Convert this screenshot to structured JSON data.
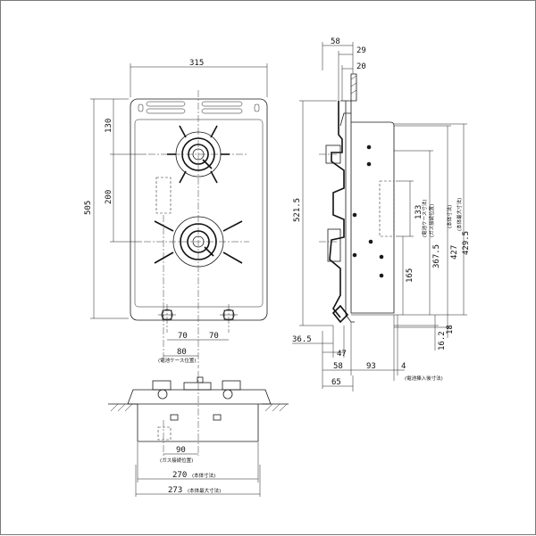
{
  "top_view": {
    "width": "315",
    "height": "505",
    "burner_top_offset": "130",
    "burner_pitch": "200",
    "knob_left": "70",
    "knob_right": "70",
    "battery_case_offset": "80",
    "battery_case_label": "(電池ケース位置)"
  },
  "front_view": {
    "gas_offset": "90",
    "gas_label": "(ガス接続位置)",
    "body_width": "270",
    "body_width_label": "(本体寸法)",
    "max_width": "273",
    "max_width_label": "(本体最大寸法)"
  },
  "side_view": {
    "top_58": "58",
    "top_29": "29",
    "top_20": "20",
    "total_height": "521.5",
    "battery_133": "133",
    "battery_133_label": "(電池ケース寸法)",
    "gas_367_5": "367.5",
    "gas_367_5_label": "(ガス接続位置)",
    "body_427": "427",
    "body_427_label": "(本体寸法)",
    "max_429_5": "429.5",
    "max_429_5_label": "(本体最大寸法)",
    "mid_165": "165",
    "bottom_16_2": "16.2",
    "bottom_18": "18",
    "left_36_5": "36.5",
    "b_47": "47",
    "b_58": "58",
    "b_93": "93",
    "b_4": "4",
    "b_4_label": "(電池挿入後寸法)",
    "b_65": "65"
  }
}
